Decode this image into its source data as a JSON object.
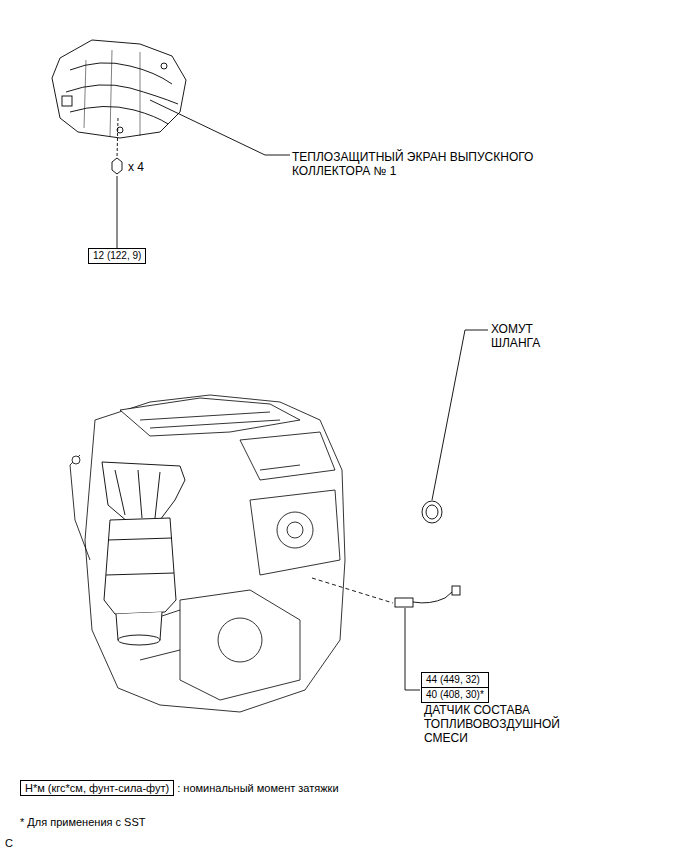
{
  "diagram": {
    "nodes": [
      {
        "text": [
          "12 (122, 9)"
        ]
      },
      {
        "text": [
          "44 (449, 32)",
          "40 (408, 30)*"
        ]
      },
      {
        "text": [
          "Н*м (кгс*см, фунт-сила-фут)"
        ]
      }
    ],
    "labels": [
      "ТЕПЛОЗАЩИТНЫЙ ЭКРАН ВЫПУСКНОГО КОЛЛЕКТОРА № 1",
      "x 4",
      "ХОМУТ ШЛАНГА",
      "ДАТЧИК СОСТАВА ТОПЛИВОВОЗДУШНОЙ СМЕСИ",
      ": номинальный момент затяжки",
      "* Для применения с SST",
      "C"
    ]
  }
}
